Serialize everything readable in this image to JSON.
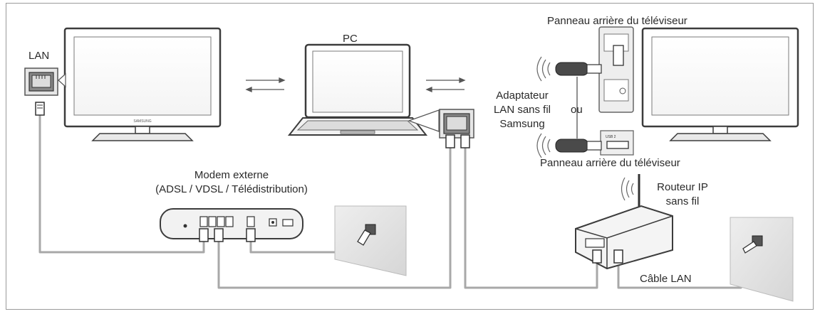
{
  "labels": {
    "lan": "LAN",
    "pc": "PC",
    "tv_back_top": "Panneau arrière du téléviseur",
    "tv_back_bottom": "Panneau arrière du téléviseur",
    "adapter_1": "Adaptateur",
    "adapter_2": "LAN sans fil",
    "adapter_3": "Samsung",
    "or": "ou",
    "modem_1": "Modem externe",
    "modem_2": "(ADSL / VDSL / Télédistribution)",
    "router_1": "Routeur IP",
    "router_2": "sans fil",
    "lan_cable": "Câble LAN",
    "tv_brand": "SAMSUNG",
    "port_usb": "USB 2"
  },
  "colors": {
    "cable": "#a8a8a8",
    "tv_frame": "#4a4a4a",
    "outline": "#3c3c3c",
    "light_fill": "#f2f2f2"
  }
}
